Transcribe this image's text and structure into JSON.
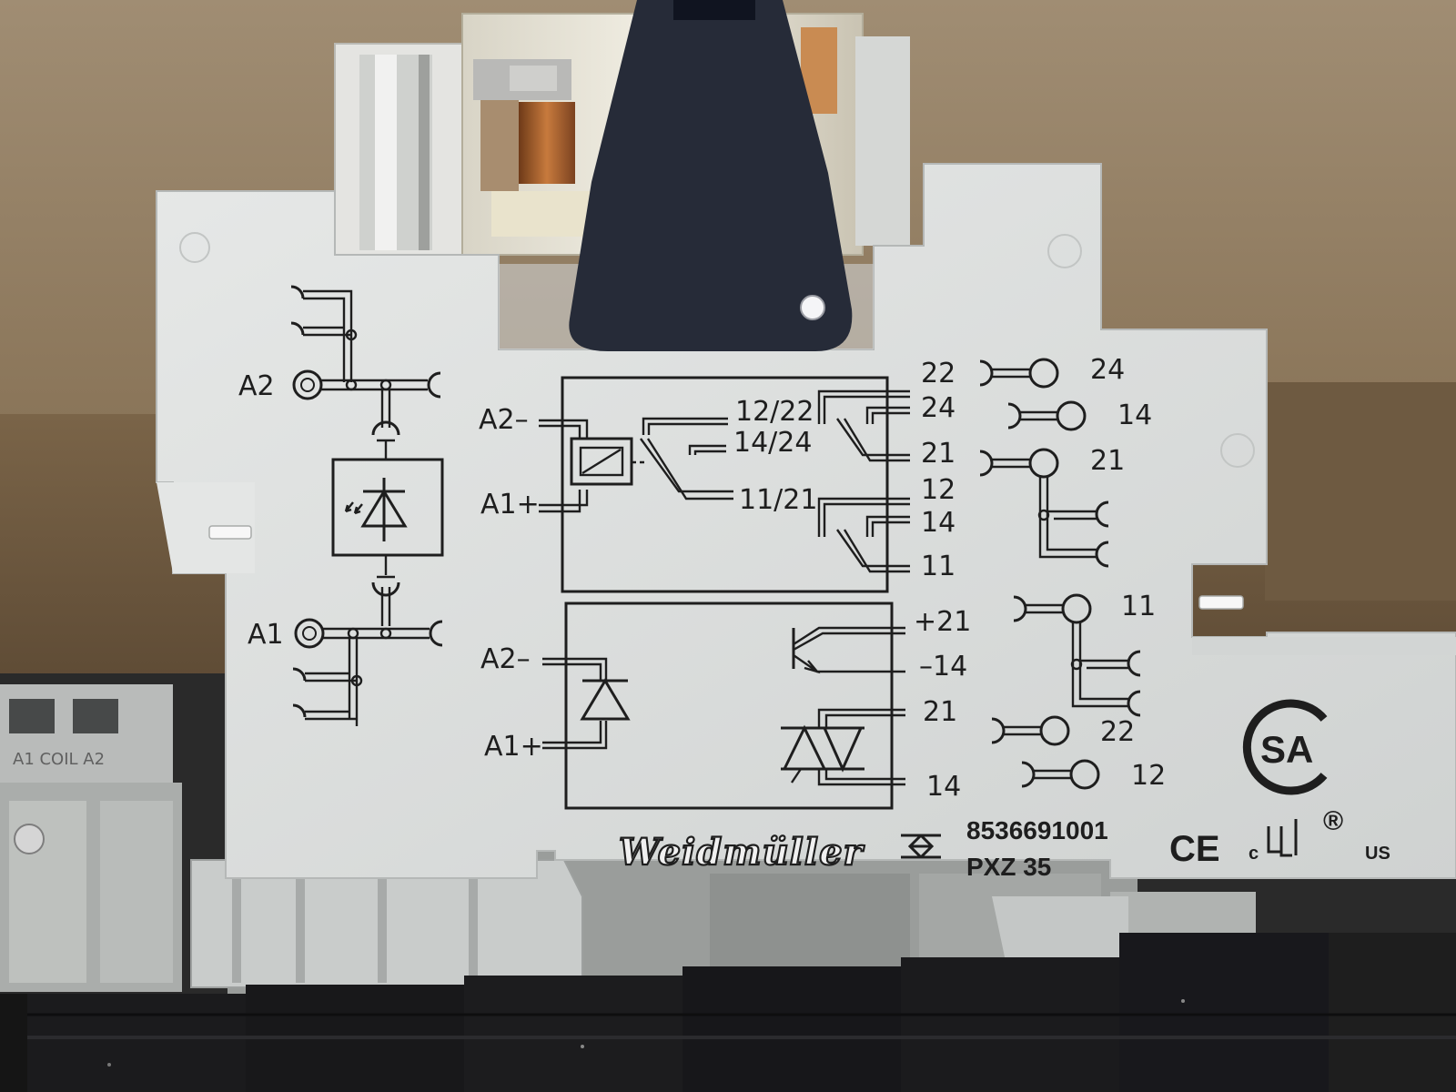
{
  "relay_module": {
    "brand": "Weidmüller",
    "part_number": "8536691001",
    "model": "PXZ 35",
    "certifications": {
      "csa": "SA",
      "ce": "CE",
      "ul_c": "c",
      "ul_us": "US",
      "registered": "®"
    },
    "left_terminals": {
      "top": "A2",
      "bottom": "A1"
    },
    "relay_schematic": {
      "coil_neg": "A2–",
      "coil_pos": "A1+",
      "contact_nc": "12/22",
      "contact_no": "14/24",
      "contact_com": "11/21",
      "pins": [
        "22",
        "24",
        "21",
        "12",
        "14",
        "11"
      ]
    },
    "ssr_schematic": {
      "input_neg": "A2–",
      "input_pos": "A1+",
      "transistor_pos": "+21",
      "transistor_neg": "–14",
      "triac_a": "21",
      "triac_b": "14"
    },
    "right_terminals": [
      "24",
      "14",
      "21",
      "11",
      "22",
      "12"
    ],
    "bottom_strip_label": "A1 COIL A2"
  },
  "colors": {
    "housing": "#dcdedd",
    "print": "#1e1e1e",
    "cardboard": "#8d7a60",
    "lever": "#262b38"
  }
}
